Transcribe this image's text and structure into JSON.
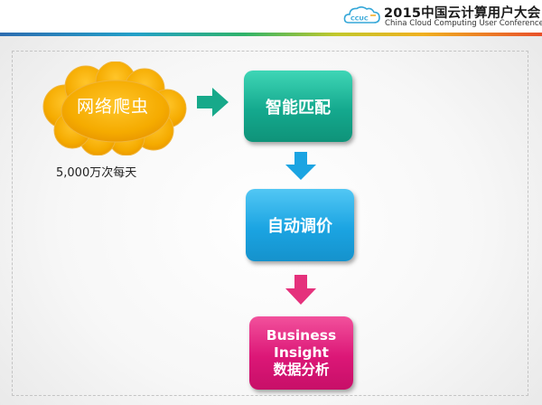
{
  "header": {
    "title": "2015中国云计算用户大会",
    "subtitle": "China Cloud Computing User Conference",
    "logo_text": "CCUC"
  },
  "diagram": {
    "source": {
      "label": "网络爬虫",
      "caption": "5,000万次每天"
    },
    "steps": [
      {
        "label": "智能匹配",
        "color": "#14a98e"
      },
      {
        "label": "自动调价",
        "color": "#1ba4e2"
      },
      {
        "lines": [
          "Business",
          "Insight",
          "数据分析"
        ],
        "color": "#dc1777"
      }
    ],
    "colors": {
      "cloud": "#f5ab00",
      "arrow_right": "#17a98a",
      "arrow_down_1": "#1ba4e2",
      "arrow_down_2": "#e5317c"
    }
  }
}
